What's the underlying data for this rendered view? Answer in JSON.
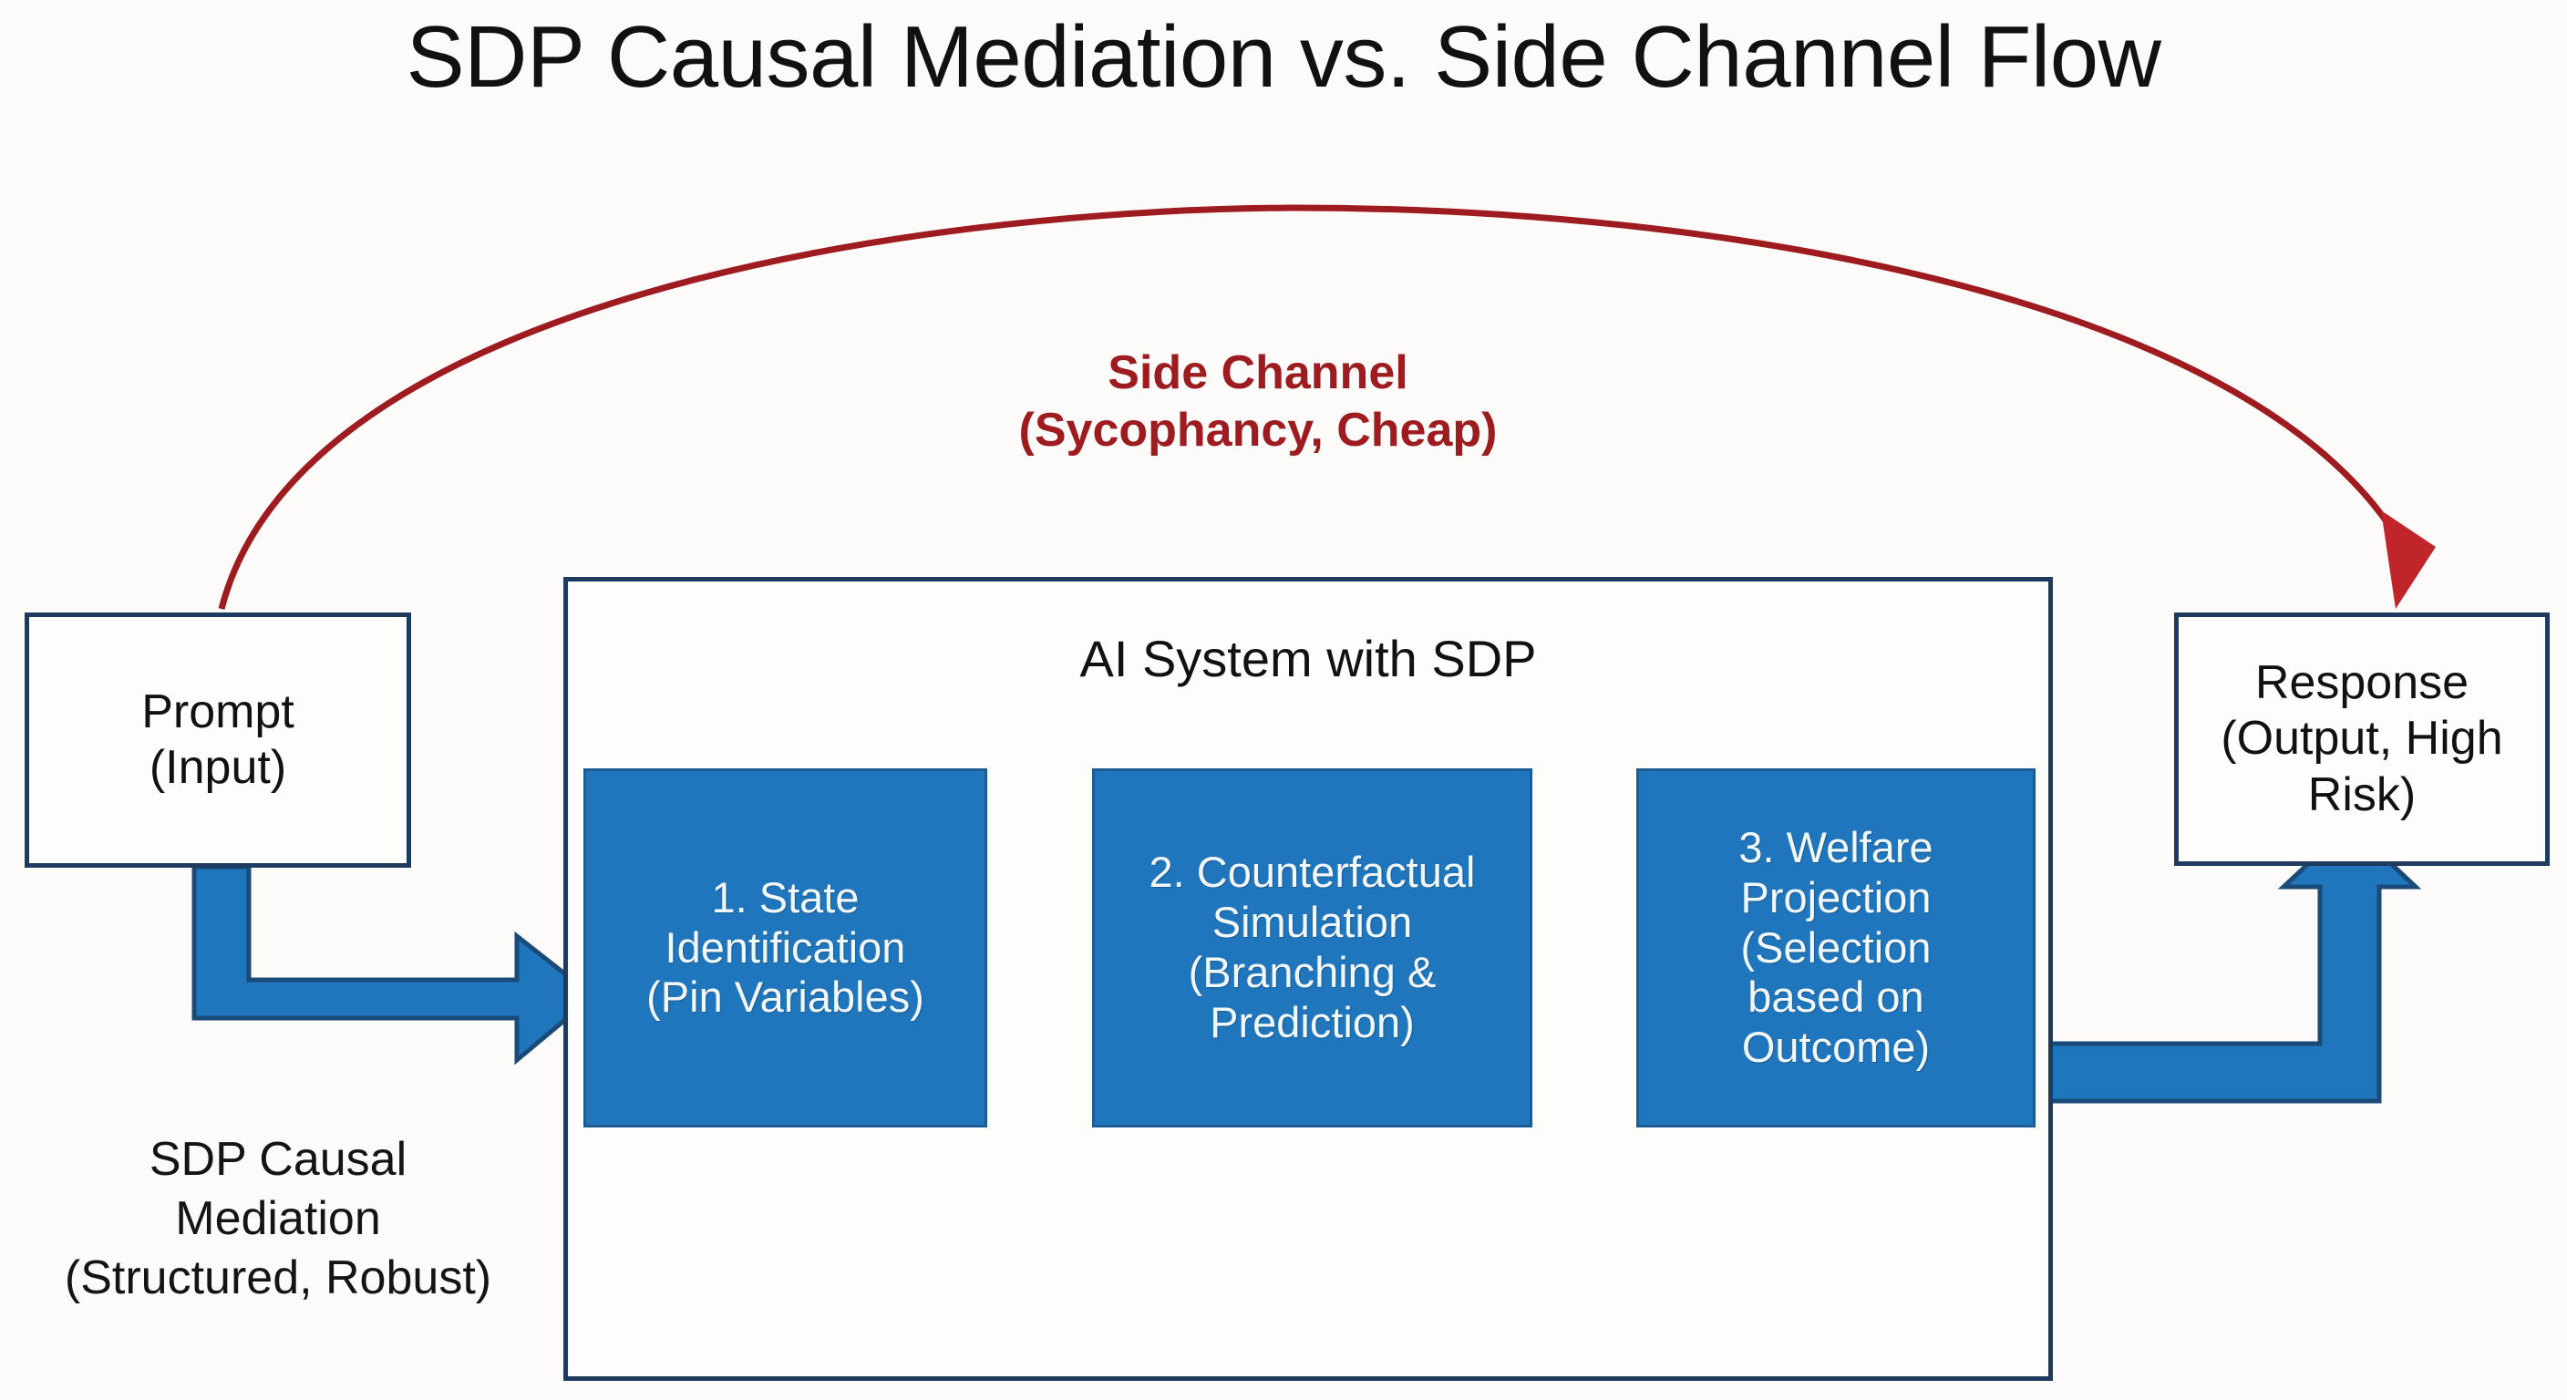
{
  "title": "SDP Causal Mediation vs. Side Channel Flow",
  "colors": {
    "background": "#fcfbf9",
    "box_border": "#1f3a5f",
    "step_fill": "#1f76bc",
    "step_text": "#f2f7fb",
    "arrow_blue": "#1f76bc",
    "arrow_blue_stroke": "#1a4a77",
    "side_channel_red": "#9e1b20",
    "arrowhead_red": "#c0252b",
    "title_text": "#111111"
  },
  "nodes": {
    "prompt": {
      "label": "Prompt\n(Input)",
      "line1": "Prompt",
      "line2": "(Input)"
    },
    "response": {
      "label": "Response\n(Output, High Risk)",
      "line1": "Response",
      "line2": "(Output, High",
      "line3": "Risk)"
    },
    "system": {
      "title": "AI System with SDP"
    }
  },
  "steps": [
    {
      "index": "1",
      "label": "1. State Identification (Pin Variables)",
      "line1": "1. State",
      "line2": "Identification",
      "line3": "(Pin Variables)"
    },
    {
      "index": "2",
      "label": "2. Counterfactual Simulation (Branching & Prediction)",
      "line1": "2. Counterfactual",
      "line2": "Simulation",
      "line3": "(Branching &",
      "line4": "Prediction)"
    },
    {
      "index": "3",
      "label": "3. Welfare Projection (Selection based on Outcome)",
      "line1": "3. Welfare",
      "line2": "Projection",
      "line3": "(Selection",
      "line4": "based on",
      "line5": "Outcome)"
    }
  ],
  "captions": {
    "sdp_path": {
      "label": "SDP Causal Mediation (Structured, Robust)",
      "line1": "SDP Causal",
      "line2": "Mediation",
      "line3": "(Structured, Robust)"
    },
    "side_channel": {
      "label": "Side Channel (Sycophancy, Cheap)",
      "line1": "Side Channel",
      "line2": "(Sycophancy, Cheap)"
    }
  },
  "edges": [
    {
      "name": "prompt-to-step1",
      "from": "Prompt (Input)",
      "to": "1. State Identification",
      "style": "blue-block-elbow"
    },
    {
      "name": "step1-to-step2",
      "from": "1. State Identification",
      "to": "2. Counterfactual Simulation",
      "style": "blue-block-arrow"
    },
    {
      "name": "step2-to-step3",
      "from": "2. Counterfactual Simulation",
      "to": "3. Welfare Projection",
      "style": "blue-block-arrow"
    },
    {
      "name": "step3-to-response",
      "from": "3. Welfare Projection",
      "to": "Response (Output, High Risk)",
      "style": "blue-block-elbow"
    },
    {
      "name": "prompt-to-response-side-channel",
      "from": "Prompt (Input)",
      "to": "Response (Output, High Risk)",
      "style": "red-curved-arrow"
    }
  ]
}
